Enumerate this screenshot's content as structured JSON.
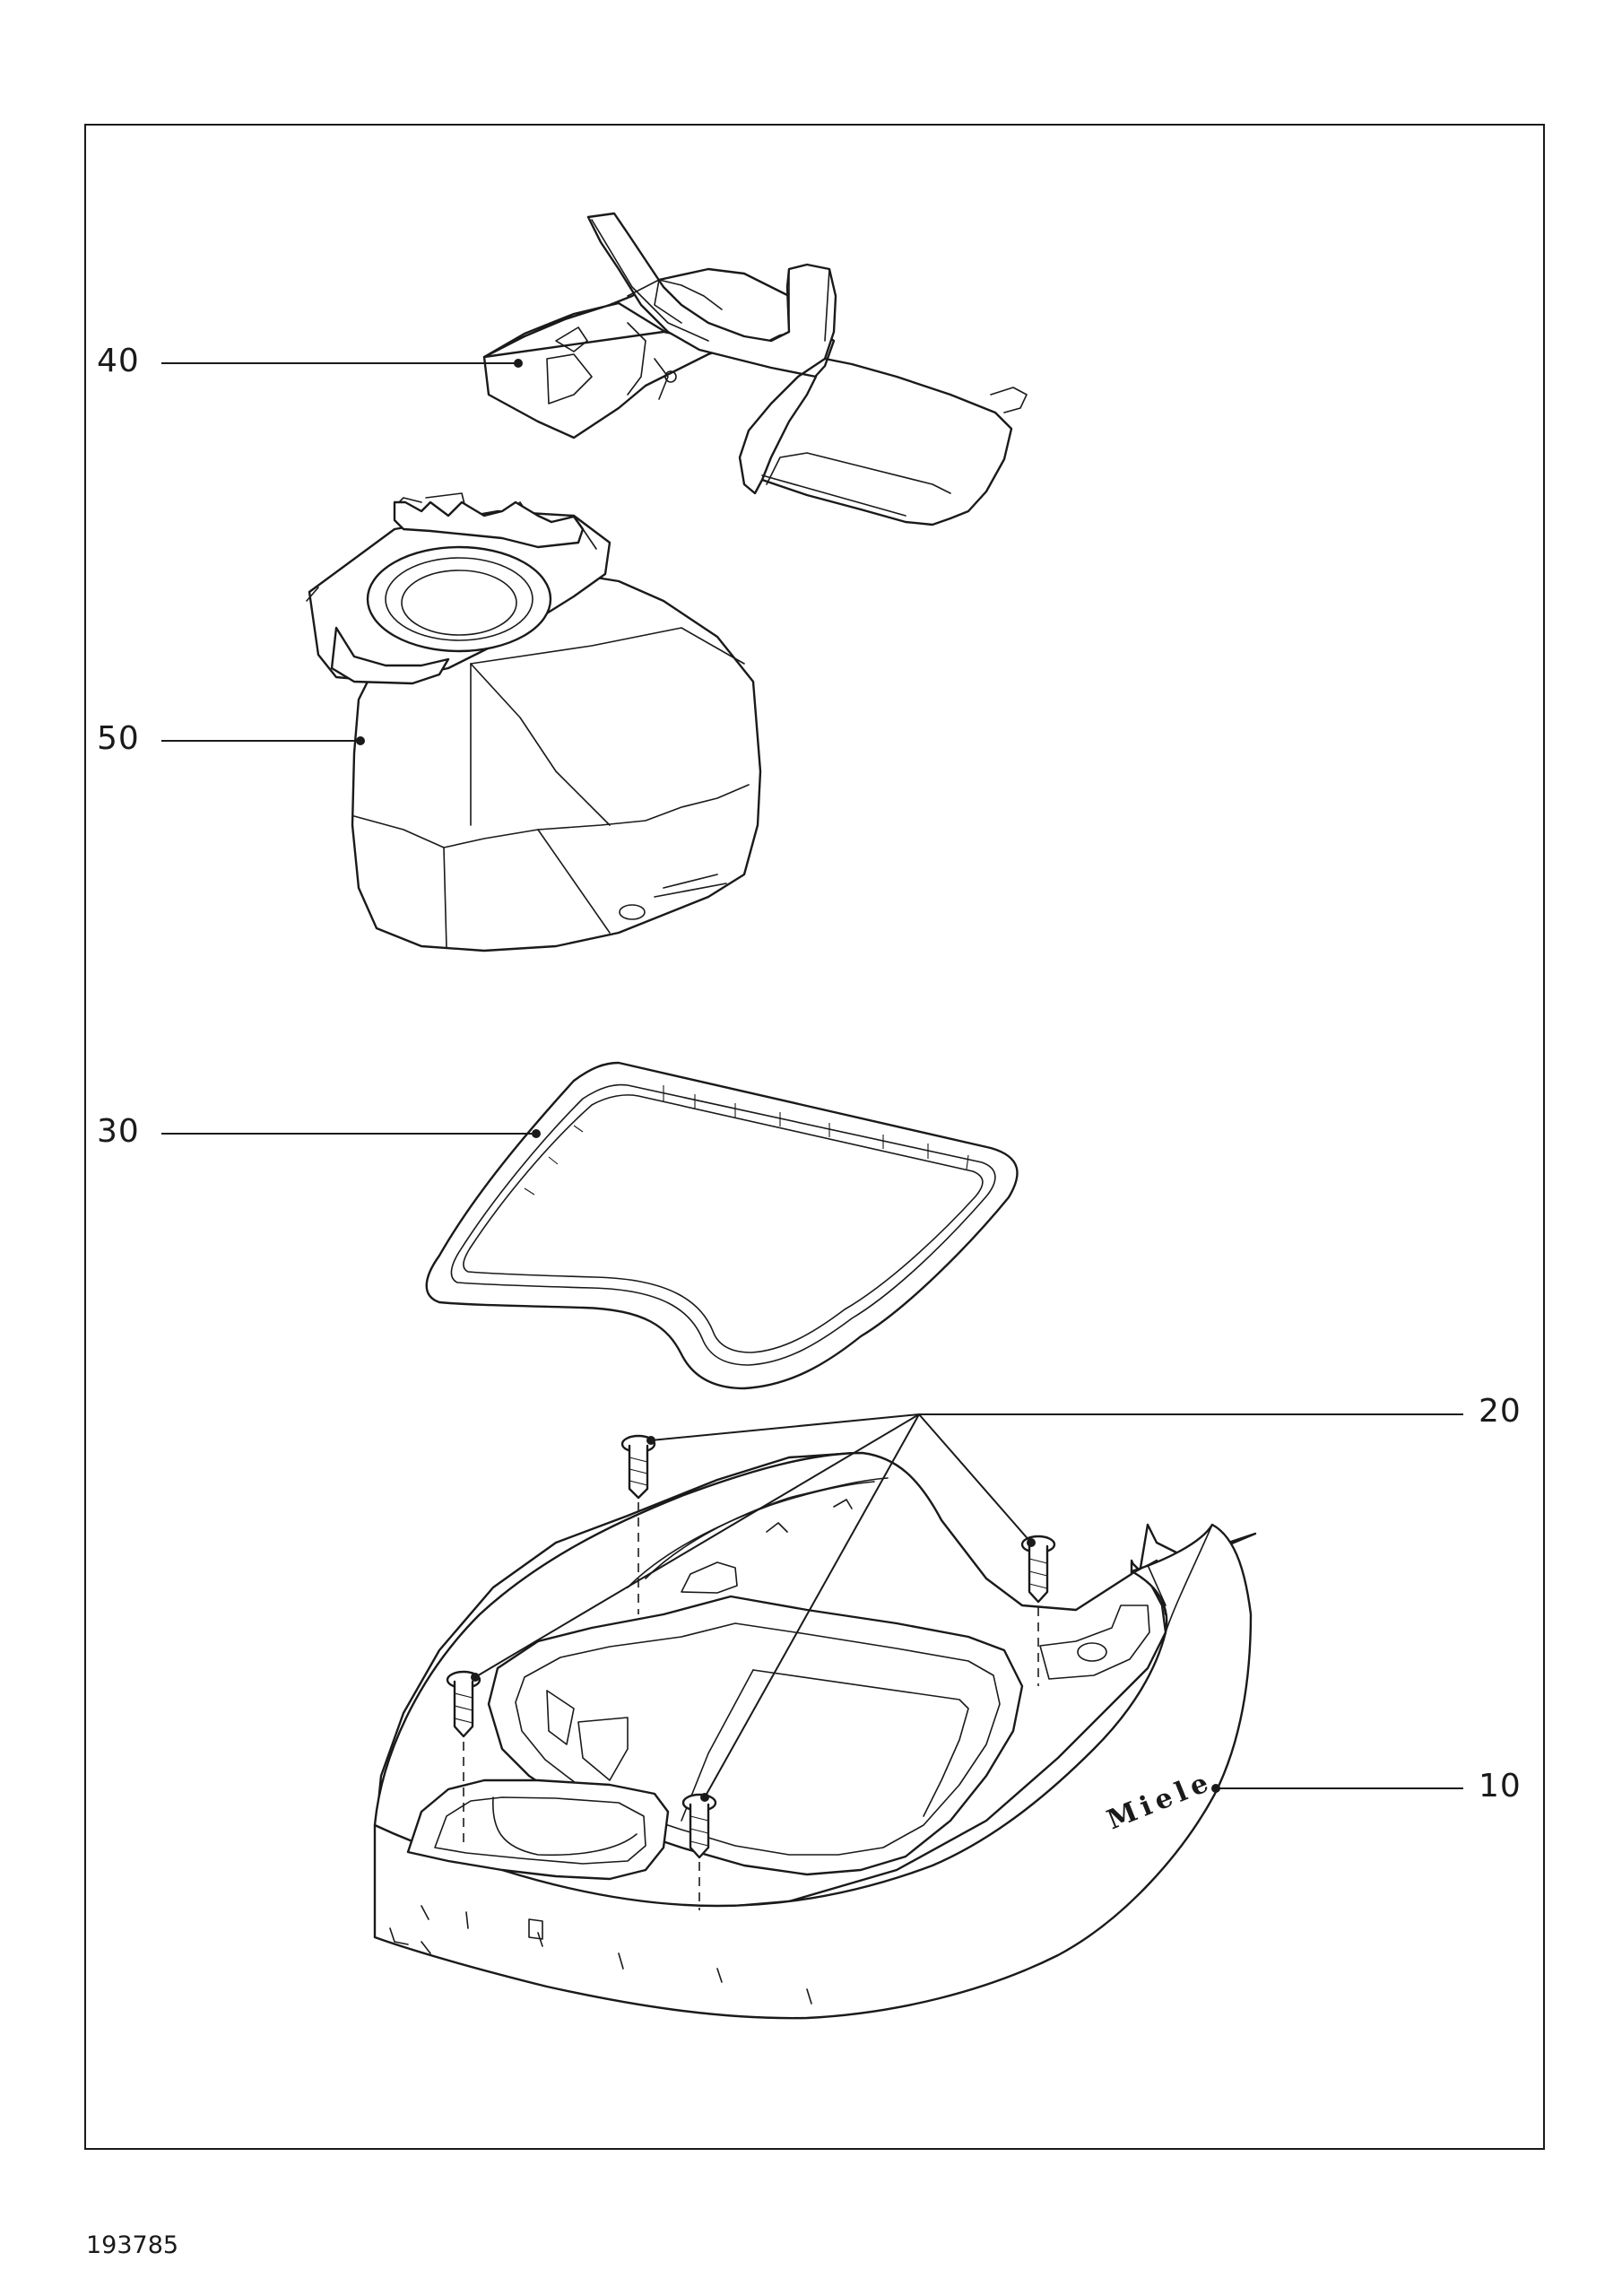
{
  "callouts": {
    "part_10": "10",
    "part_20": "20",
    "part_30": "30",
    "part_40": "40",
    "part_50": "50"
  },
  "brand_mark": "Miele",
  "document_number": "193785"
}
